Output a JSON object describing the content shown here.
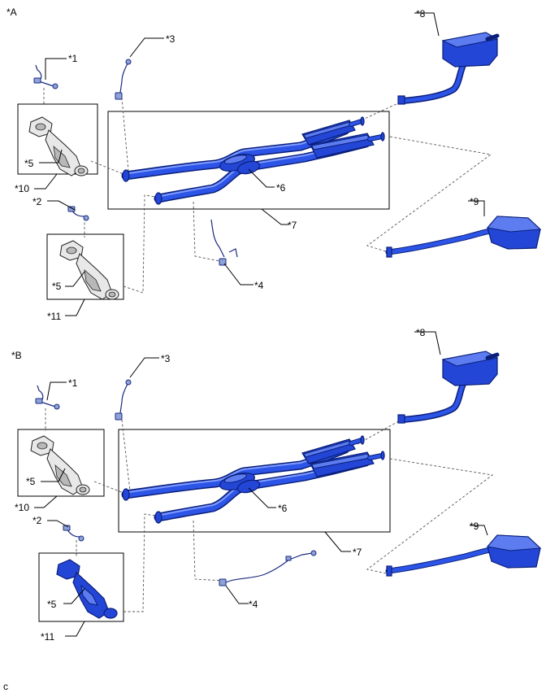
{
  "views": [
    {
      "id": "A",
      "label": "*A",
      "callouts": {
        "c1": "*1",
        "c2": "*2",
        "c3": "*3",
        "c4": "*4",
        "c5a": "*5",
        "c5b": "*5",
        "c6": "*6",
        "c7": "*7",
        "c8": "*8",
        "c9": "*9",
        "c10": "*10",
        "c11": "*11"
      }
    },
    {
      "id": "B",
      "label": "*B",
      "callouts": {
        "c1": "*1",
        "c2": "*2",
        "c3": "*3",
        "c4": "*4",
        "c5a": "*5",
        "c5b": "*5",
        "c6": "*6",
        "c7": "*7",
        "c8": "*8",
        "c9": "*9",
        "c10": "*10",
        "c11": "*11"
      }
    }
  ],
  "footer_code": "c",
  "colors": {
    "part_blue": "#2446d6",
    "part_blue_dark": "#0a1f7a",
    "part_blue_light": "#7f9bff",
    "leader": "#000000"
  }
}
